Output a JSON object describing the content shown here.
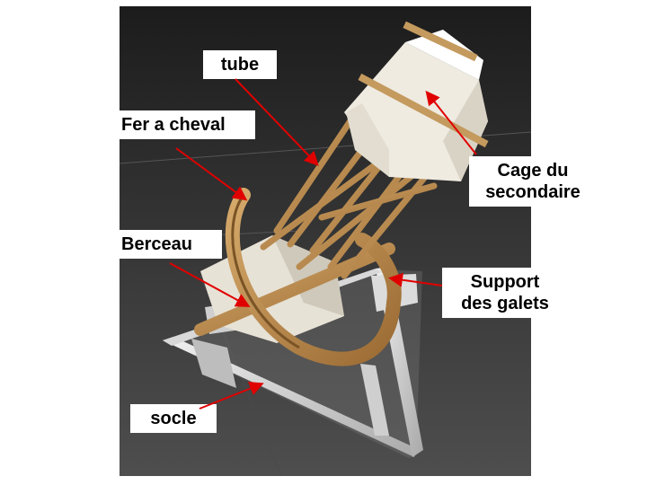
{
  "labels": {
    "tube": "tube",
    "fer_a_cheval": "Fer a cheval",
    "berceau": "Berceau",
    "socle": "socle",
    "cage_line1": "Cage du",
    "cage_line2": "secondaire",
    "support_line1": "Support",
    "support_line2": "des galets"
  },
  "colors": {
    "arrow": "#e00000",
    "background": "#3a3a3a",
    "wood": "#b98a4c",
    "model_white": "#ece8de",
    "aluminium": "#c9c9c9"
  }
}
